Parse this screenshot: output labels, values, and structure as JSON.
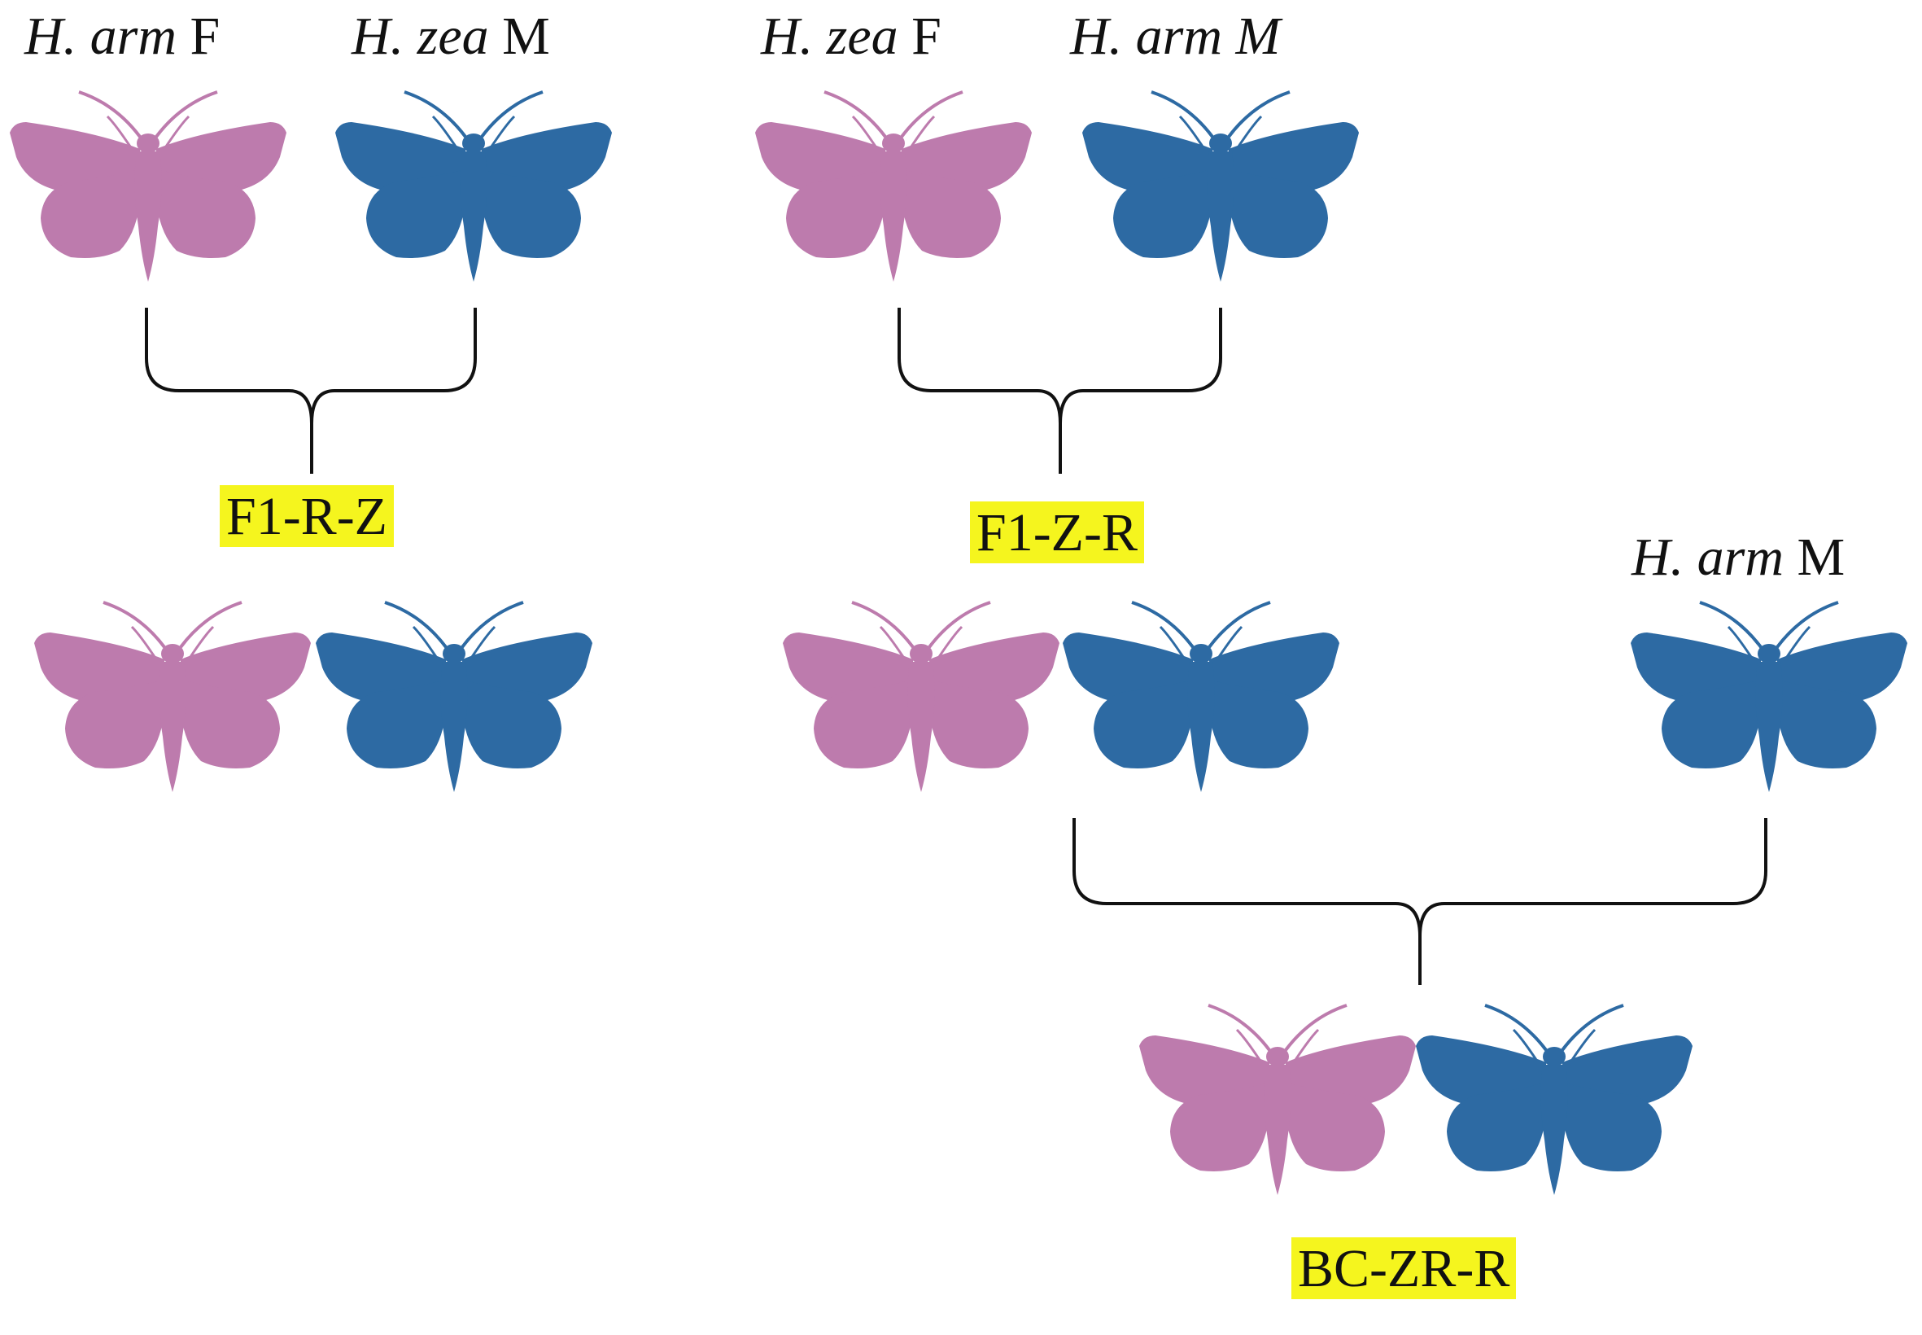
{
  "colors": {
    "female": "#bd7bad",
    "male": "#2d6aa3",
    "highlight": "#f5f51e",
    "line": "#111111"
  },
  "labels": {
    "p1_female": {
      "species": "H. arm",
      "sex": "F"
    },
    "p1_male": {
      "species": "H. zea",
      "sex": "M"
    },
    "p2_female": {
      "species": "H. zea",
      "sex": "F"
    },
    "p2_male": {
      "species": "H. arm M",
      "sex": ""
    },
    "bc_male": {
      "species": "H. arm",
      "sex": "M"
    }
  },
  "offspring": {
    "f1_rz": "F1-R-Z",
    "f1_zr": "F1-Z-R",
    "bc_zr_r": "BC-ZR-R"
  },
  "icons": {
    "female": "moth-female-icon",
    "male": "moth-male-icon"
  }
}
